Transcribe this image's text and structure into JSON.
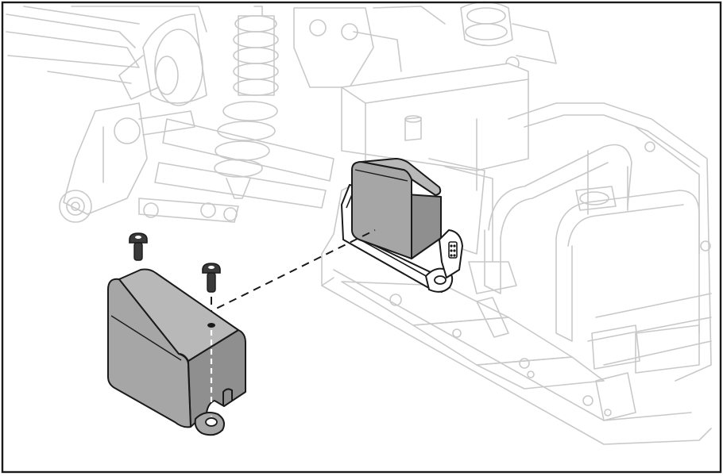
{
  "diagram": {
    "colors": {
      "frame": "#1a1a1a",
      "ghost_line": "#c9c9c9",
      "part_fill": "#a6a6a6",
      "part_fill_dark": "#8f8f8f",
      "part_stroke": "#1a1a1a",
      "screw_fill": "#3a3a3a"
    },
    "parts": [
      {
        "name": "receiver-box-cover",
        "icon": "cover-part-icon"
      },
      {
        "name": "mounting-screw",
        "count": 2,
        "icon": "screw-icon"
      },
      {
        "name": "receiver",
        "icon": "receiver-icon"
      },
      {
        "name": "receiver-mount-tray",
        "icon": "tray-icon"
      },
      {
        "name": "chassis",
        "icon": "chassis-icon"
      }
    ],
    "guides": [
      {
        "name": "cover-to-receiver-guide",
        "style": "dashed"
      },
      {
        "name": "screw-to-cover-guide",
        "style": "dashed"
      }
    ]
  }
}
